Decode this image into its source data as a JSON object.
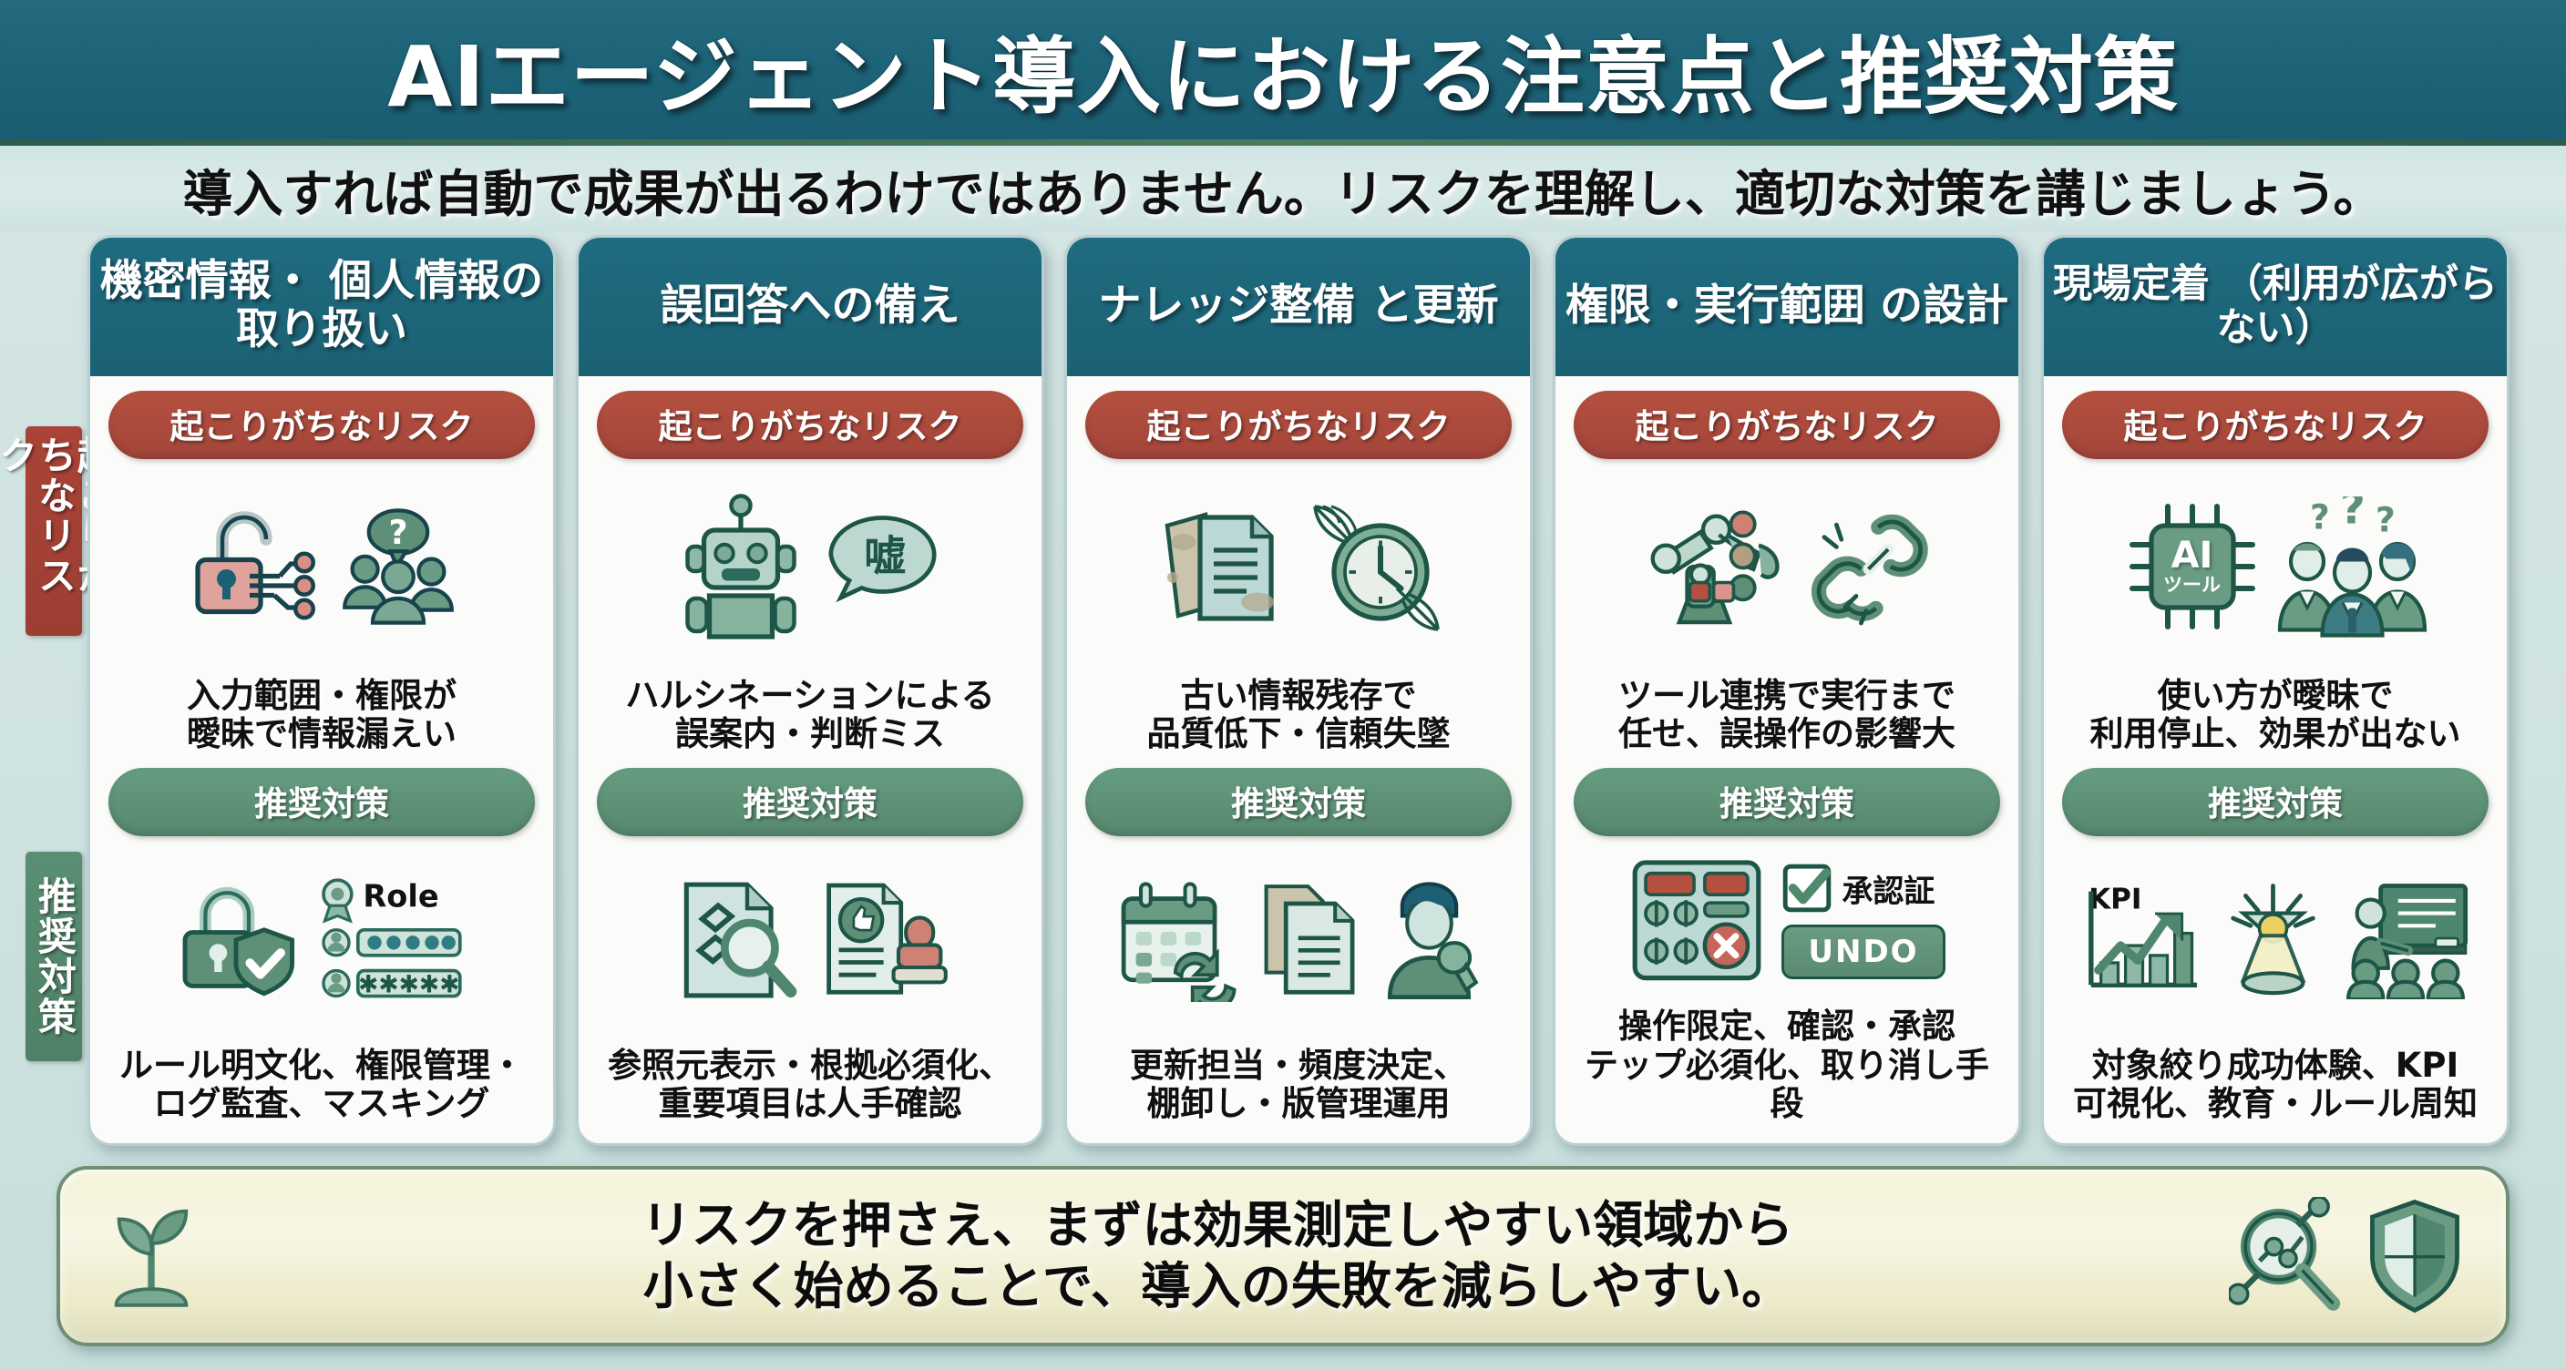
{
  "header": {
    "title": "AIエージェント導入における注意点と推奨対策",
    "subtitle": "導入すれば自動で成果が出るわけではありません。リスクを理解し、適切な対策を講じましょう。"
  },
  "side_labels": {
    "risk": "起こりがちなリスク",
    "measure": "推奨対策"
  },
  "badges": {
    "risk": "起こりがちなリスク",
    "measure": "推奨対策"
  },
  "colors": {
    "header_teal": "#1f6b80",
    "risk_red": "#a94437",
    "measure_green": "#5a8f74",
    "page_bg": "#cfe3e1",
    "footer_cream": "#f3f2d9"
  },
  "columns": [
    {
      "title": "機密情報・\n個人情報の取り扱い",
      "risk_badge": "起こりがちなリスク",
      "risk_text": "入力範囲・権限が\n曖昧で情報漏えい",
      "risk_icons": [
        "open-padlock-icon",
        "question-people-icon"
      ],
      "measure_badge": "推奨対策",
      "measure_text": "ルール明文化、権限管理・\nログ監査、マスキング",
      "measure_icons": [
        "lock-shield-check-icon",
        "role-badge-icon",
        "user-password-icon",
        "user-masked-icon"
      ],
      "icon_labels": {
        "role": "Role",
        "password_dots": "●●●●●",
        "password_stars": "✱✱✱✱✱"
      }
    },
    {
      "title": "誤回答への備え",
      "risk_badge": "起こりがちなリスク",
      "risk_text": "ハルシネーションによる\n誤案内・判断ミス",
      "risk_icons": [
        "robot-icon",
        "speech-bubble-lie-icon"
      ],
      "measure_badge": "推奨対策",
      "measure_text": "参照元表示・根拠必須化、\n重要項目は人手確認",
      "measure_icons": [
        "document-link-magnifier-icon",
        "thumbs-up-document-icon",
        "approval-stamp-icon"
      ],
      "icon_labels": {
        "bubble": "嘘"
      }
    },
    {
      "title": "ナレッジ整備\nと更新",
      "risk_badge": "起こりがちなリスク",
      "risk_text": "古い情報残存で\n品質低下・信頼失墜",
      "risk_icons": [
        "stained-documents-icon",
        "cobweb-clock-icon"
      ],
      "measure_badge": "推奨対策",
      "measure_text": "更新担当・頻度決定、\n棚卸し・版管理運用",
      "measure_icons": [
        "calendar-refresh-icon",
        "document-versions-icon",
        "maintenance-person-icon"
      ],
      "icon_labels": {}
    },
    {
      "title": "権限・実行範囲\nの設計",
      "risk_badge": "起こりがちなリスク",
      "risk_text": "ツール連携で実行まで\n任せ、誤操作の影響大",
      "risk_icons": [
        "robot-arm-icon",
        "broken-chain-icon"
      ],
      "measure_badge": "推奨対策",
      "measure_text": "操作限定、確認・承認\nテップ必須化、取り消し手段",
      "measure_icons": [
        "control-panel-icon",
        "approval-checkbox-icon",
        "undo-button-icon"
      ],
      "icon_labels": {
        "approval": "承認証",
        "undo": "UNDO"
      }
    },
    {
      "title": "現場定着\n（利用が広がらない）",
      "risk_badge": "起こりがちなリスク",
      "risk_text": "使い方が曖昧で\n利用停止、効果が出ない",
      "risk_icons": [
        "ai-chip-icon",
        "confused-people-icon"
      ],
      "measure_badge": "推奨対策",
      "measure_text": "対象絞り成功体験、KPI\n可視化、教育・ルール周知",
      "measure_icons": [
        "kpi-growth-chart-icon",
        "spotlight-icon",
        "training-board-icon"
      ],
      "icon_labels": {
        "chip": "AI",
        "chip_sub": "ツール",
        "kpi": "KPI",
        "questions": "？？？"
      }
    }
  ],
  "footer": {
    "text": "リスクを押さえ、まずは効果測定しやすい領域から\n小さく始めることで、導入の失敗を減らしやすい。",
    "icons": [
      "seedling-icon",
      "data-magnifier-icon",
      "shield-icon"
    ]
  }
}
